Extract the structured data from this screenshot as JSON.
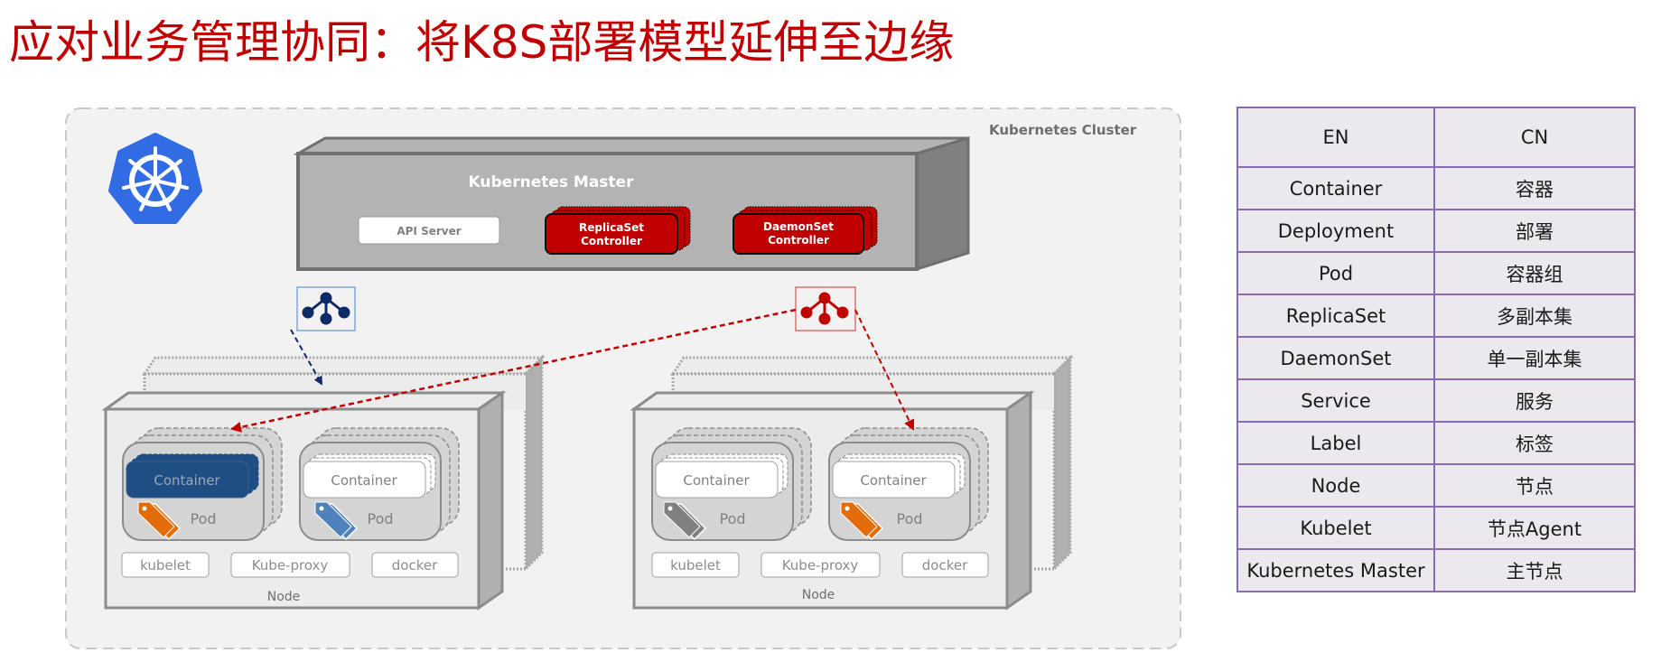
{
  "title": "应对业务管理协同：将K8S部署模型延伸至边缘",
  "diagram": {
    "cluster_label": "Kubernetes Cluster",
    "logo_icon": "kubernetes-helm-wheel-icon",
    "master": {
      "label": "Kubernetes Master",
      "api_server": "API Server",
      "replicaset_controller": [
        "ReplicaSet",
        "Controller"
      ],
      "daemonset_controller": [
        "DaemonSet",
        "Controller"
      ]
    },
    "controller_icons": [
      {
        "name": "replicaset-network-icon",
        "color": "#0d2a66"
      },
      {
        "name": "daemonset-network-icon",
        "color": "#c00000"
      }
    ],
    "nodes": [
      {
        "label": "Node",
        "pods": [
          {
            "container": "Container",
            "pod": "Pod",
            "container_style": "filled",
            "container_color": "#1f4e85",
            "tag_color": "#e36c09"
          },
          {
            "container": "Container",
            "pod": "Pod",
            "container_style": "outline",
            "container_color": "#ffffff",
            "tag_color": "#4f81bd"
          }
        ],
        "components": [
          "kubelet",
          "Kube-proxy",
          "docker"
        ]
      },
      {
        "label": "Node",
        "pods": [
          {
            "container": "Container",
            "pod": "Pod",
            "container_style": "outline",
            "container_color": "#ffffff",
            "tag_color": "#808080"
          },
          {
            "container": "Container",
            "pod": "Pod",
            "container_style": "outline",
            "container_color": "#ffffff",
            "tag_color": "#e36c09"
          }
        ],
        "components": [
          "kubelet",
          "Kube-proxy",
          "docker"
        ]
      }
    ],
    "colors": {
      "title_red": "#c00000",
      "controller_red": "#c00000",
      "replicaset_arrow": "#0d2a66",
      "daemonset_arrow": "#c00000",
      "k8s_blue": "#326ce5"
    }
  },
  "glossary": {
    "headers": [
      "EN",
      "CN"
    ],
    "rows": [
      [
        "Container",
        "容器"
      ],
      [
        "Deployment",
        "部署"
      ],
      [
        "Pod",
        "容器组"
      ],
      [
        "ReplicaSet",
        "多副本集"
      ],
      [
        "DaemonSet",
        "单一副本集"
      ],
      [
        "Service",
        "服务"
      ],
      [
        "Label",
        "标签"
      ],
      [
        "Node",
        "节点"
      ],
      [
        "Kubelet",
        "节点Agent"
      ],
      [
        "Kubernetes Master",
        "主节点"
      ]
    ]
  }
}
